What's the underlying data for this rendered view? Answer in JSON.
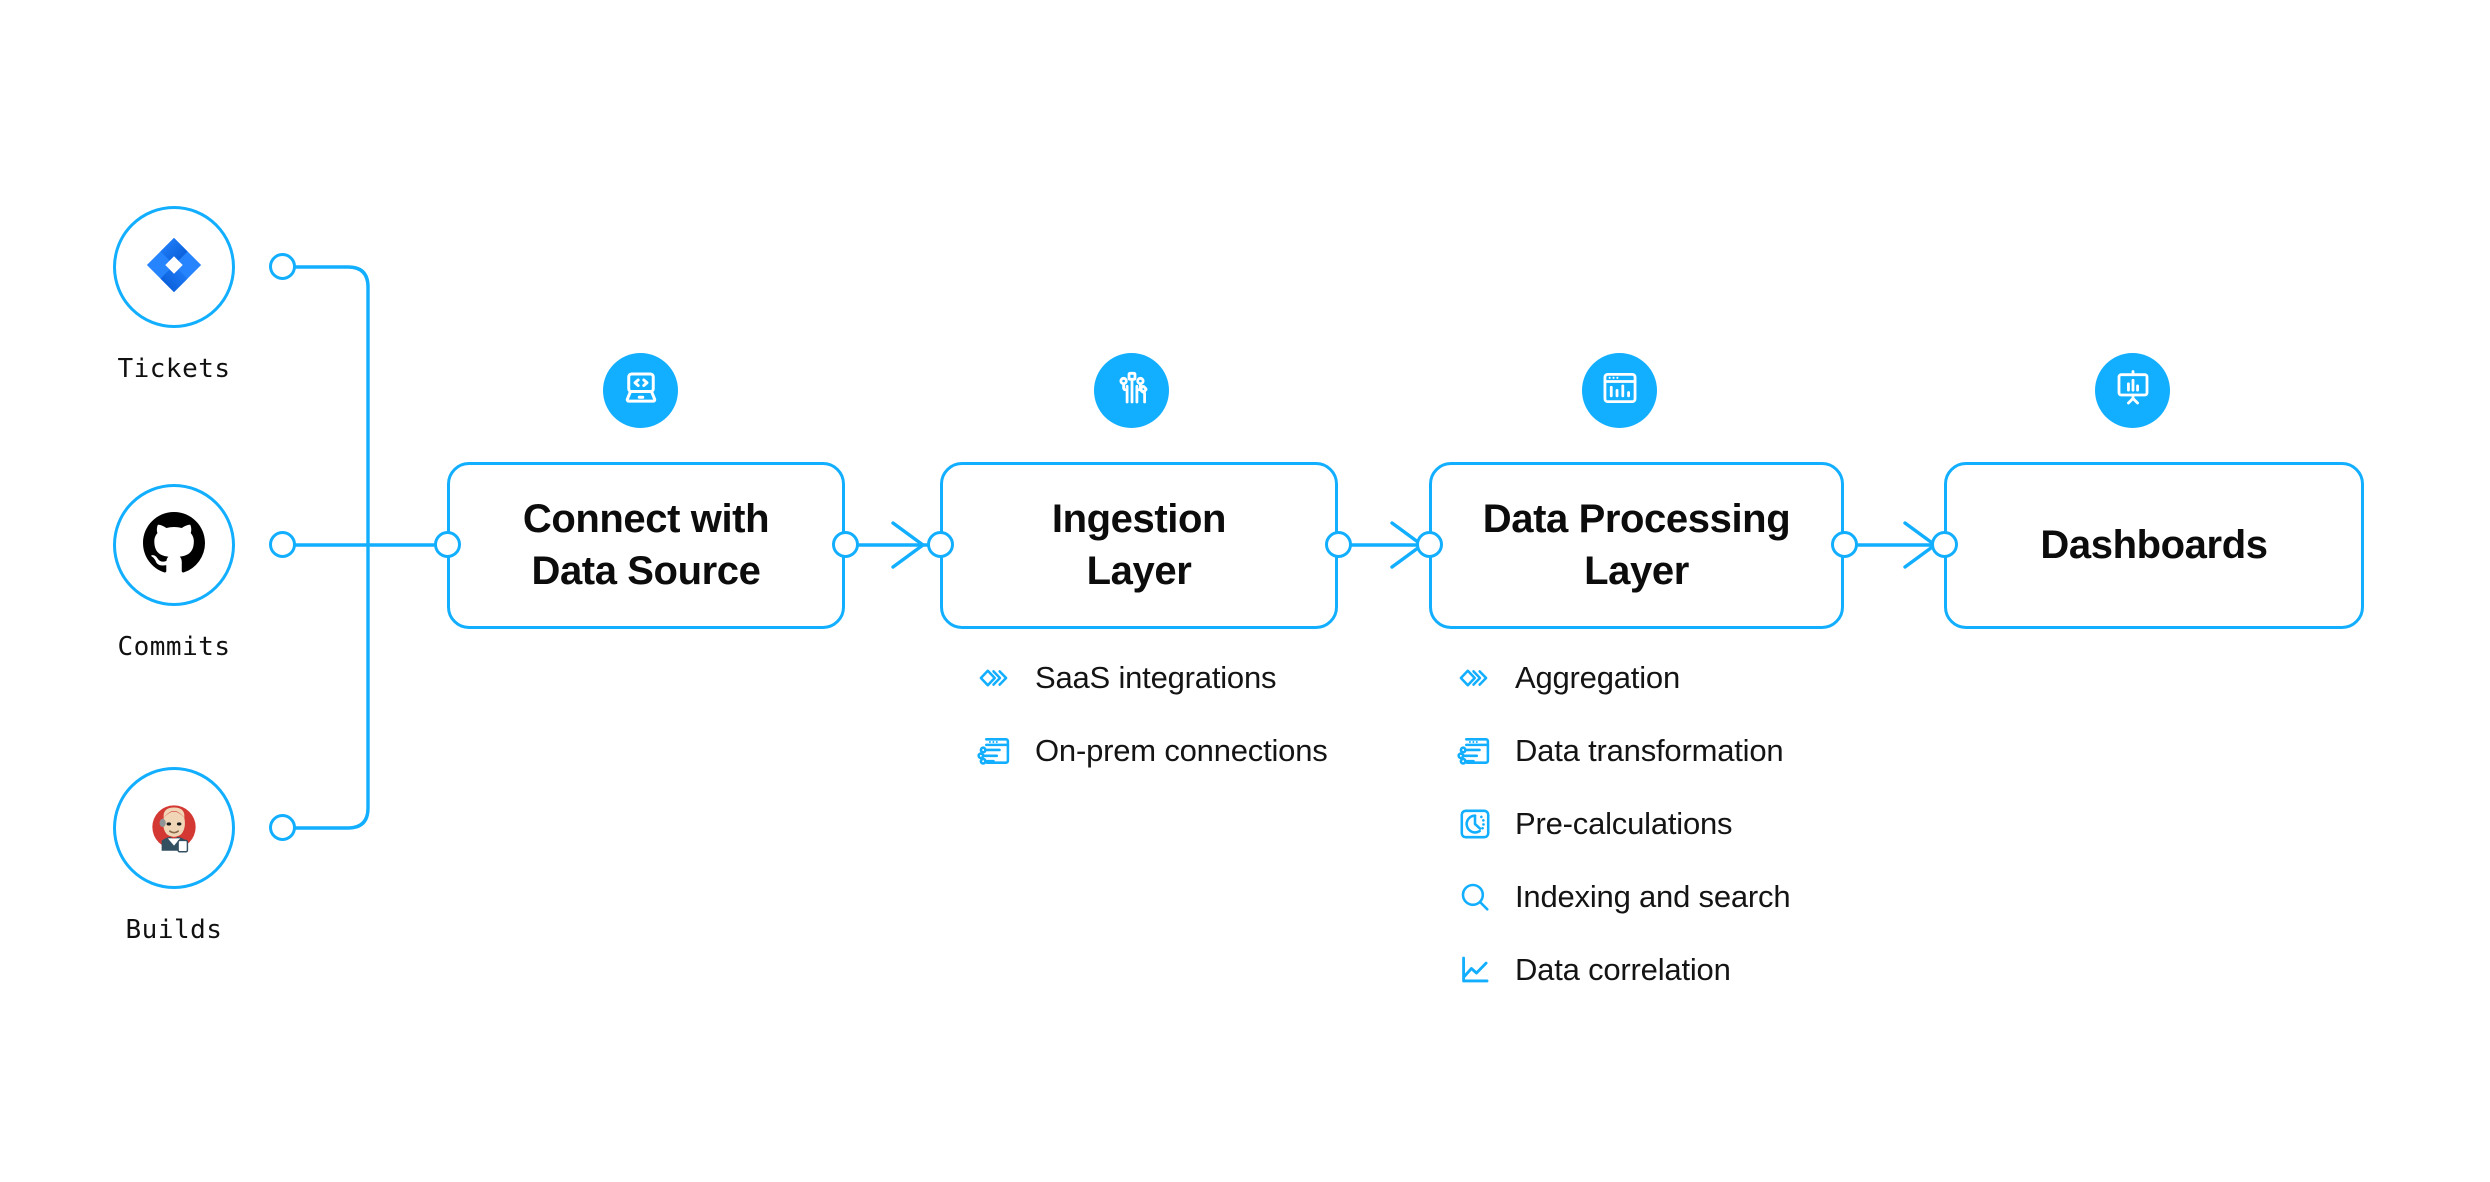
{
  "theme": {
    "accent": "#12aeff",
    "text": "#0c0c0c",
    "background": "#ffffff",
    "jira_blue": "#2684ff",
    "github_black": "#000000",
    "jenkins_red": "#d33833"
  },
  "sources": [
    {
      "id": "tickets",
      "label": "Tickets",
      "icon": "jira-icon"
    },
    {
      "id": "commits",
      "label": "Commits",
      "icon": "github-icon"
    },
    {
      "id": "builds",
      "label": "Builds",
      "icon": "jenkins-icon"
    }
  ],
  "stages": [
    {
      "id": "connect-with-data-source",
      "title": "Connect with\nData Source",
      "title_line1": "Connect with",
      "title_line2": "Data Source",
      "icon": "laptop-code-icon",
      "features": []
    },
    {
      "id": "ingestion-layer",
      "title": "Ingestion\nLayer",
      "title_line1": "Ingestion",
      "title_line2": "Layer",
      "icon": "circuit-node-icon",
      "features": [
        {
          "label": "SaaS integrations",
          "icon": "chevrons-layers-icon"
        },
        {
          "label": "On-prem connections",
          "icon": "server-window-icon"
        }
      ]
    },
    {
      "id": "data-processing-layer",
      "title": "Data Processing\nLayer",
      "title_line1": "Data Processing",
      "title_line2": "Layer",
      "icon": "window-barchart-icon",
      "features": [
        {
          "label": "Aggregation",
          "icon": "chevrons-layers-icon"
        },
        {
          "label": "Data transformation",
          "icon": "server-window-icon"
        },
        {
          "label": "Pre-calculations",
          "icon": "gauge-square-icon"
        },
        {
          "label": "Indexing and search",
          "icon": "magnifier-icon"
        },
        {
          "label": "Data correlation",
          "icon": "line-chart-icon"
        }
      ]
    },
    {
      "id": "dashboards",
      "title": "Dashboards",
      "title_line1": "Dashboards",
      "title_line2": "",
      "icon": "presentation-chart-icon",
      "features": []
    }
  ],
  "connectors": [
    {
      "id": "sources-to-connect",
      "style": "trunk"
    },
    {
      "id": "connect-to-ingestion",
      "style": "arrow"
    },
    {
      "id": "ingestion-to-processing",
      "style": "arrow"
    },
    {
      "id": "processing-to-dashboards",
      "style": "arrow"
    }
  ]
}
